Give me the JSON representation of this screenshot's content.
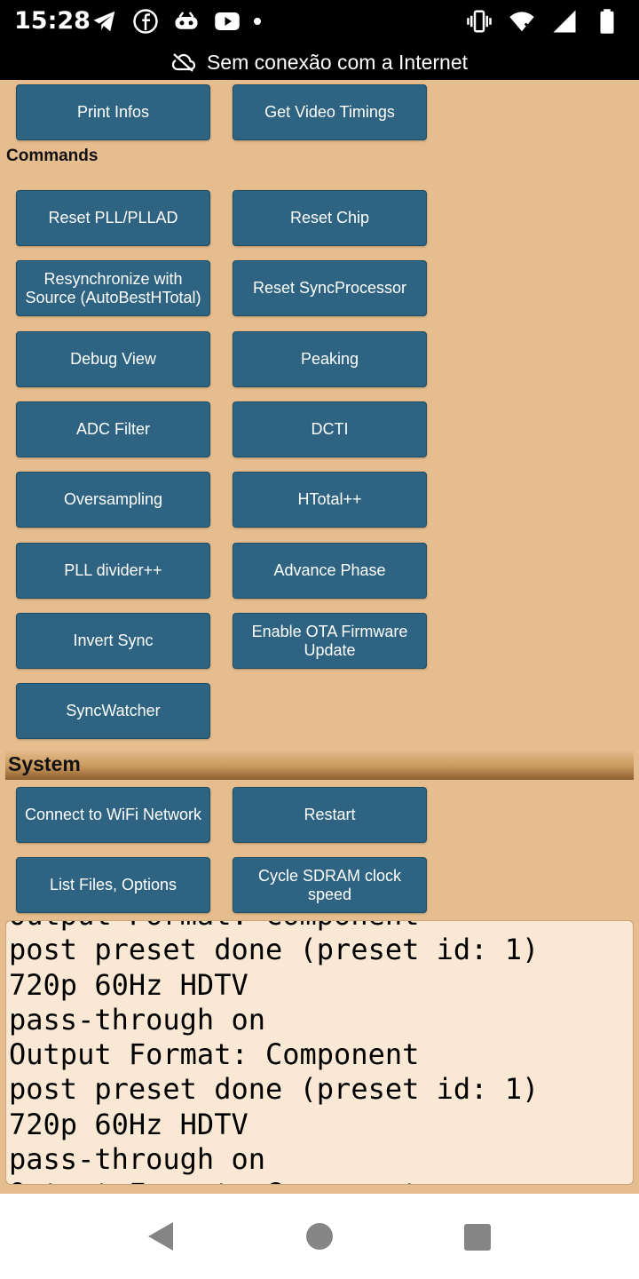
{
  "status_bar": {
    "time": "15:28",
    "left_icons": [
      "telegram-icon",
      "facebook-icon",
      "game-controller-icon",
      "youtube-icon",
      "notification-dot-icon"
    ],
    "right_icons": [
      "vibrate-icon",
      "wifi-icon",
      "signal-icon",
      "battery-icon"
    ],
    "offline_text": "Sem conexão com a Internet"
  },
  "top_buttons": {
    "print_infos": "Print Infos",
    "get_video_timings": "Get Video Timings"
  },
  "commands": {
    "label": "Commands",
    "buttons": [
      "Reset PLL/PLLAD",
      "Reset Chip",
      "Resynchronize with Source (AutoBestHTotal)",
      "Reset SyncProcessor",
      "Debug View",
      "Peaking",
      "ADC Filter",
      "DCTI",
      "Oversampling",
      "HTotal++",
      "PLL divider++",
      "Advance Phase",
      "Invert Sync",
      "Enable OTA Firmware Update",
      "SyncWatcher"
    ]
  },
  "system": {
    "label": "System",
    "buttons": [
      "Connect to WiFi Network",
      "Restart",
      "List Files, Options",
      "Cycle SDRAM clock speed"
    ]
  },
  "console": {
    "lines": [
      "Output Format: Component",
      "post preset done (preset id: 1)",
      "720p 60Hz HDTV",
      "pass-through on",
      "Output Format: Component",
      "post preset done (preset id: 1)",
      "720p 60Hz HDTV",
      "pass-through on",
      "Output Format: Component"
    ]
  },
  "colors": {
    "page_background": "#e6bd8e",
    "button_background": "#2e6481",
    "button_text": "#ffffff",
    "console_background": "#f9e8d4"
  }
}
